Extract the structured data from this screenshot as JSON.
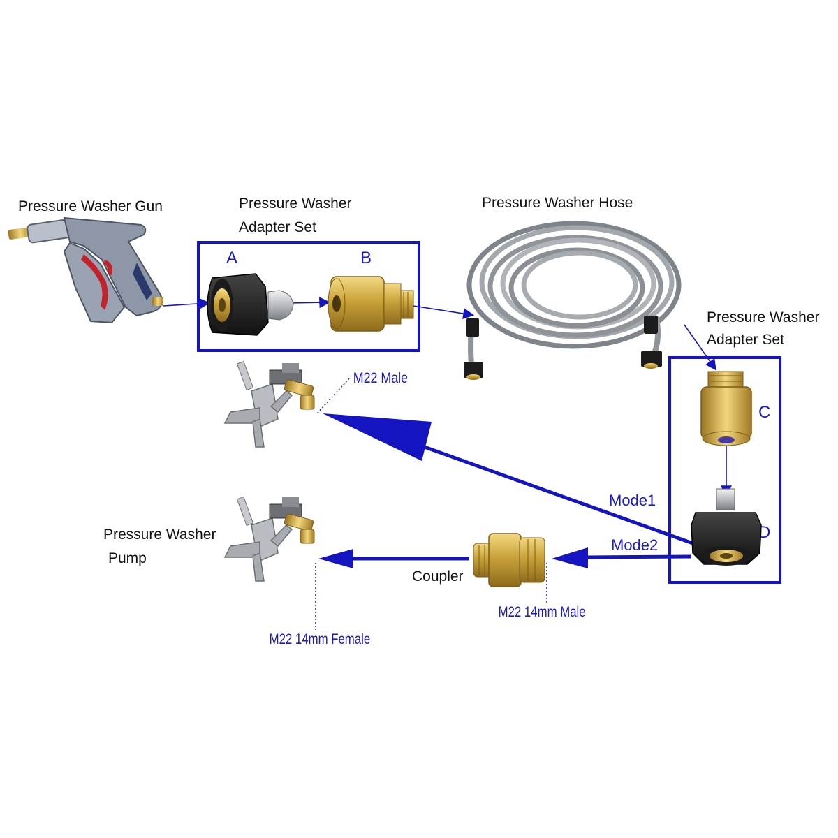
{
  "labels": {
    "gun": "Pressure Washer Gun",
    "adapter_top_line1": "Pressure Washer",
    "adapter_top_line2": "Adapter Set",
    "hose": "Pressure Washer Hose",
    "adapter_right_line1": "Pressure Washer",
    "adapter_right_line2": "Adapter Set",
    "pump_line1": "Pressure Washer",
    "pump_line2": "Pump",
    "coupler": "Coupler",
    "m22_male": "M22 Male",
    "m22_14mm_male": "M22 14mm Male",
    "m22_14mm_female": "M22 14mm Female",
    "mode1": "Mode1",
    "mode2": "Mode2",
    "letter_a": "A",
    "letter_b": "B",
    "letter_c": "C",
    "letter_d": "D"
  },
  "colors": {
    "accent_blue": "#1a1ac8",
    "frame_blue": "#1414c0",
    "brass": "#c9a23a",
    "rubber_black": "#222222",
    "hose_grey": "#8f9499",
    "gun_grey": "#8d97a8",
    "trigger_red": "#c0232a"
  },
  "icons": [
    "spray-gun-icon",
    "female-adapter-icon",
    "quick-connect-icon",
    "hose-coil-icon",
    "pump-icon",
    "coupler-icon"
  ]
}
